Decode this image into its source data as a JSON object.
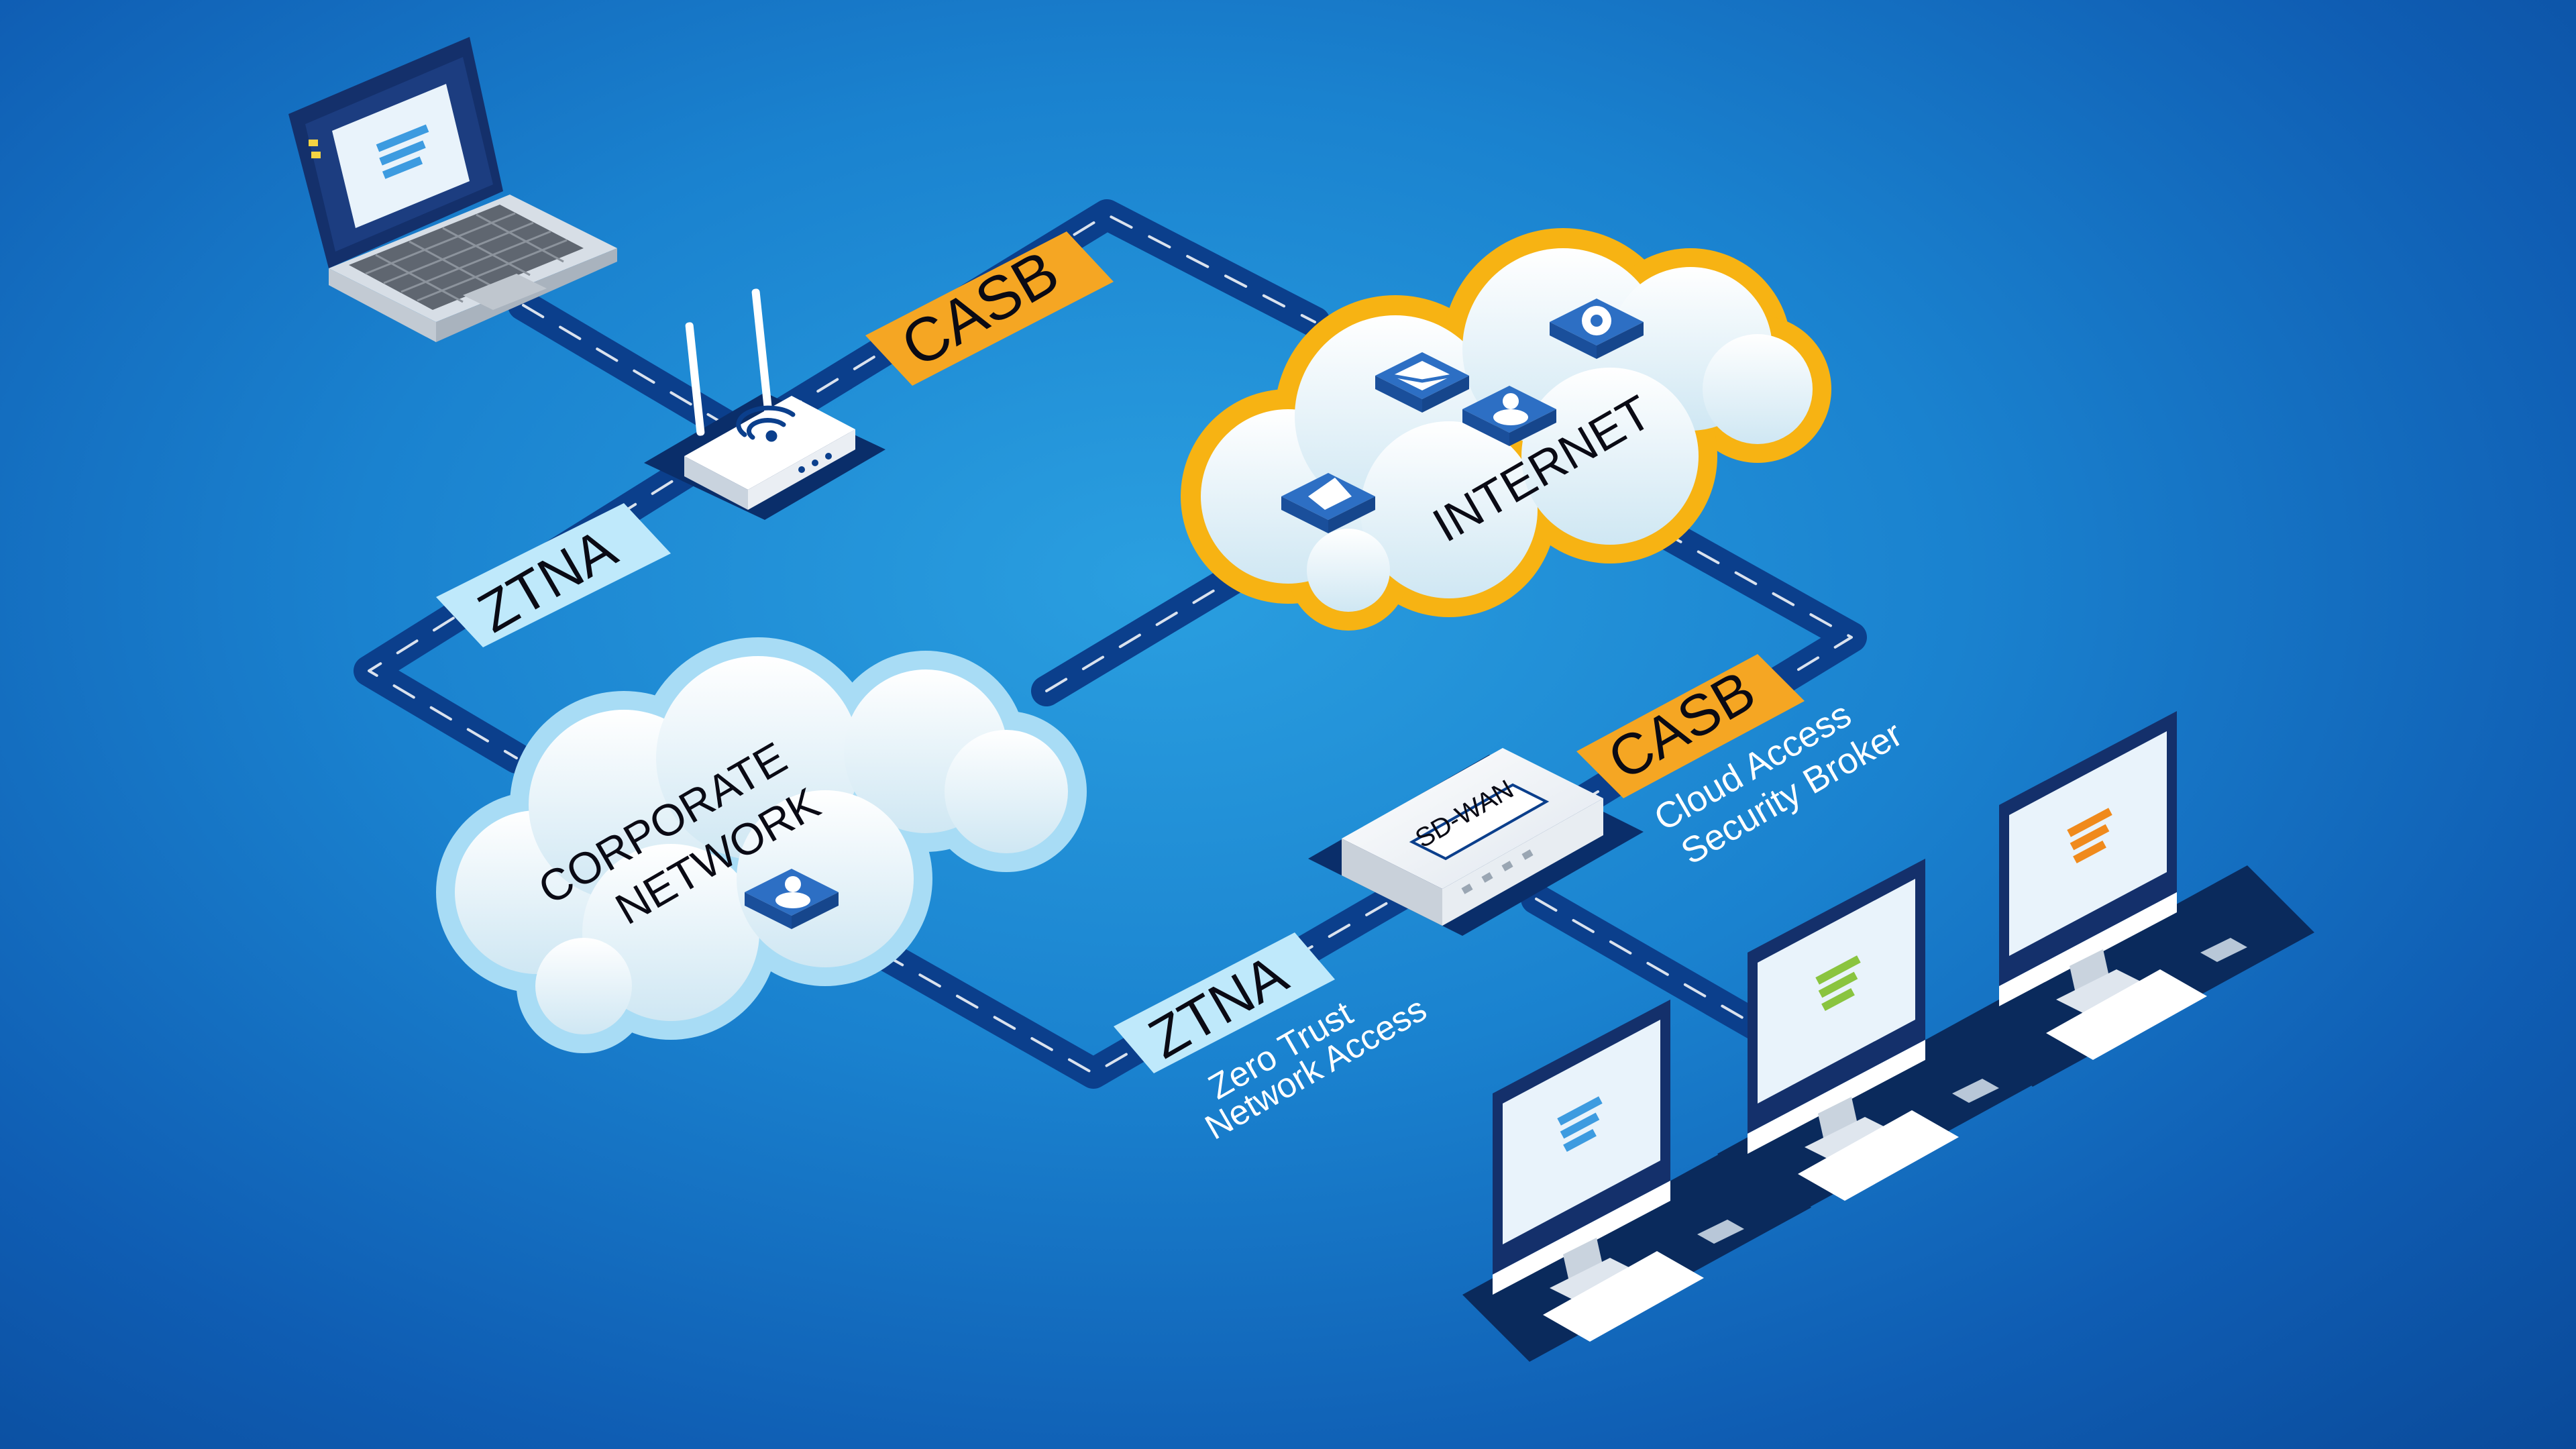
{
  "clouds": {
    "internet": {
      "label": "INTERNET"
    },
    "corporate": {
      "line1": "CORPORATE",
      "line2": "NETWORK"
    }
  },
  "tags": {
    "casb_top": "CASB",
    "casb_right": "CASB",
    "ztna_left": "ZTNA",
    "ztna_bottom": "ZTNA"
  },
  "devices": {
    "sdwan": "SD-WAN"
  },
  "captions": {
    "casb_line1": "Cloud Access",
    "casb_line2": "Security Broker",
    "ztna_line1": "Zero Trust",
    "ztna_line2": "Network Access"
  },
  "colors": {
    "background": "#1a82cf",
    "path": "#0b3f8c",
    "casb_tag": "#f5a623",
    "ztna_tag": "#bfe9fb",
    "internet_outline": "#f7b313",
    "corporate_outline": "#a8dcf5",
    "screen_green": "#8ac43f",
    "screen_orange": "#f08a1c",
    "screen_blue": "#3d9be0"
  }
}
